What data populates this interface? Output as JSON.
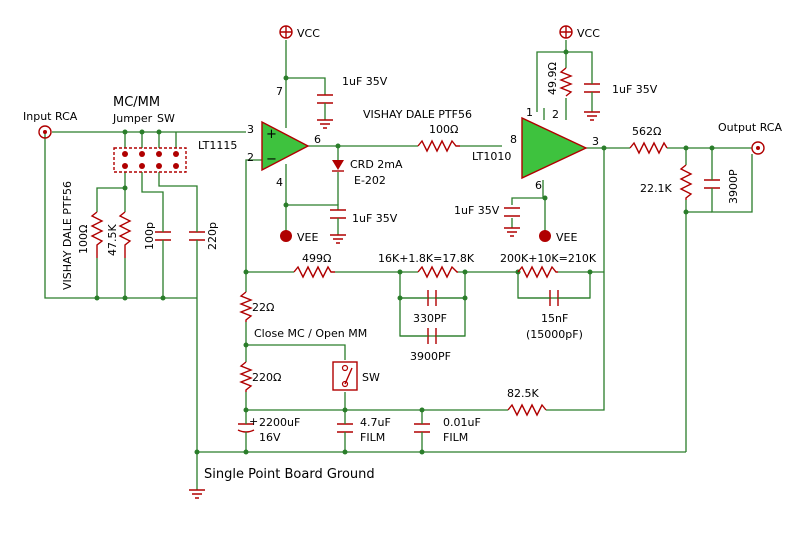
{
  "labels": {
    "vcc_top_left": "VCC",
    "vcc_top_right": "VCC",
    "input": "Input RCA",
    "output": "Output RCA",
    "mcmm_title": "MC/MM",
    "jumper": "Jumper",
    "sw_top": "SW",
    "lt1115": "LT1115",
    "lt1010": "LT1010",
    "vishay_top": "VISHAY DALE PTF56",
    "vishay_side": "VISHAY DALE PTF56",
    "r100_top": "100Ω",
    "r100_side": "100Ω",
    "r47k5": "47.5K",
    "c100p": "100p",
    "c220p": "220p",
    "cap_u1_top": "1uF 35V",
    "cap_u1_bot": "1uF 35V",
    "cap_u2_top": "1uF 35V",
    "cap_u2_bot": "1uF 35V",
    "crd": "CRD 2mA",
    "e202": "E-202",
    "vee_left": "VEE",
    "vee_right": "VEE",
    "r49_9": "49.9Ω",
    "r562": "562Ω",
    "r22_1k": "22.1K",
    "c3900p_out": "3900P",
    "r499": "499Ω",
    "r17k8": "16K+1.8K=17.8K",
    "r210k": "200K+10K=210K",
    "c330pf": "330PF",
    "c3900pf": "3900PF",
    "c15nf": "15nF",
    "c15nf_alt": "(15000pF)",
    "r22": "22Ω",
    "r220": "220Ω",
    "close_mc": "Close MC / Open MM",
    "sw_bottom": "SW",
    "r82k5": "82.5K",
    "c2200u": "2200uF",
    "c2200u_v": "16V",
    "c4u7": "4.7uF",
    "c4u7_type": "FILM",
    "c0u01": "0.01uF",
    "c0u01_type": "FILM",
    "ground_label": "Single Point Board Ground",
    "pin_u1_3": "3",
    "pin_u1_2": "2",
    "pin_u1_6": "6",
    "pin_u1_7": "7",
    "pin_u1_4": "4",
    "pin_u2_8": "8",
    "pin_u2_1": "1",
    "pin_u2_2": "2",
    "pin_u2_3": "3",
    "pin_u2_6": "6",
    "plus": "+",
    "minus": "−",
    "cap_plus": "+"
  },
  "colors": {
    "wire": "#2a7d2a",
    "component": "#b00000",
    "opamp_fill": "#3ec23e",
    "supply_dot": "#b00000"
  }
}
